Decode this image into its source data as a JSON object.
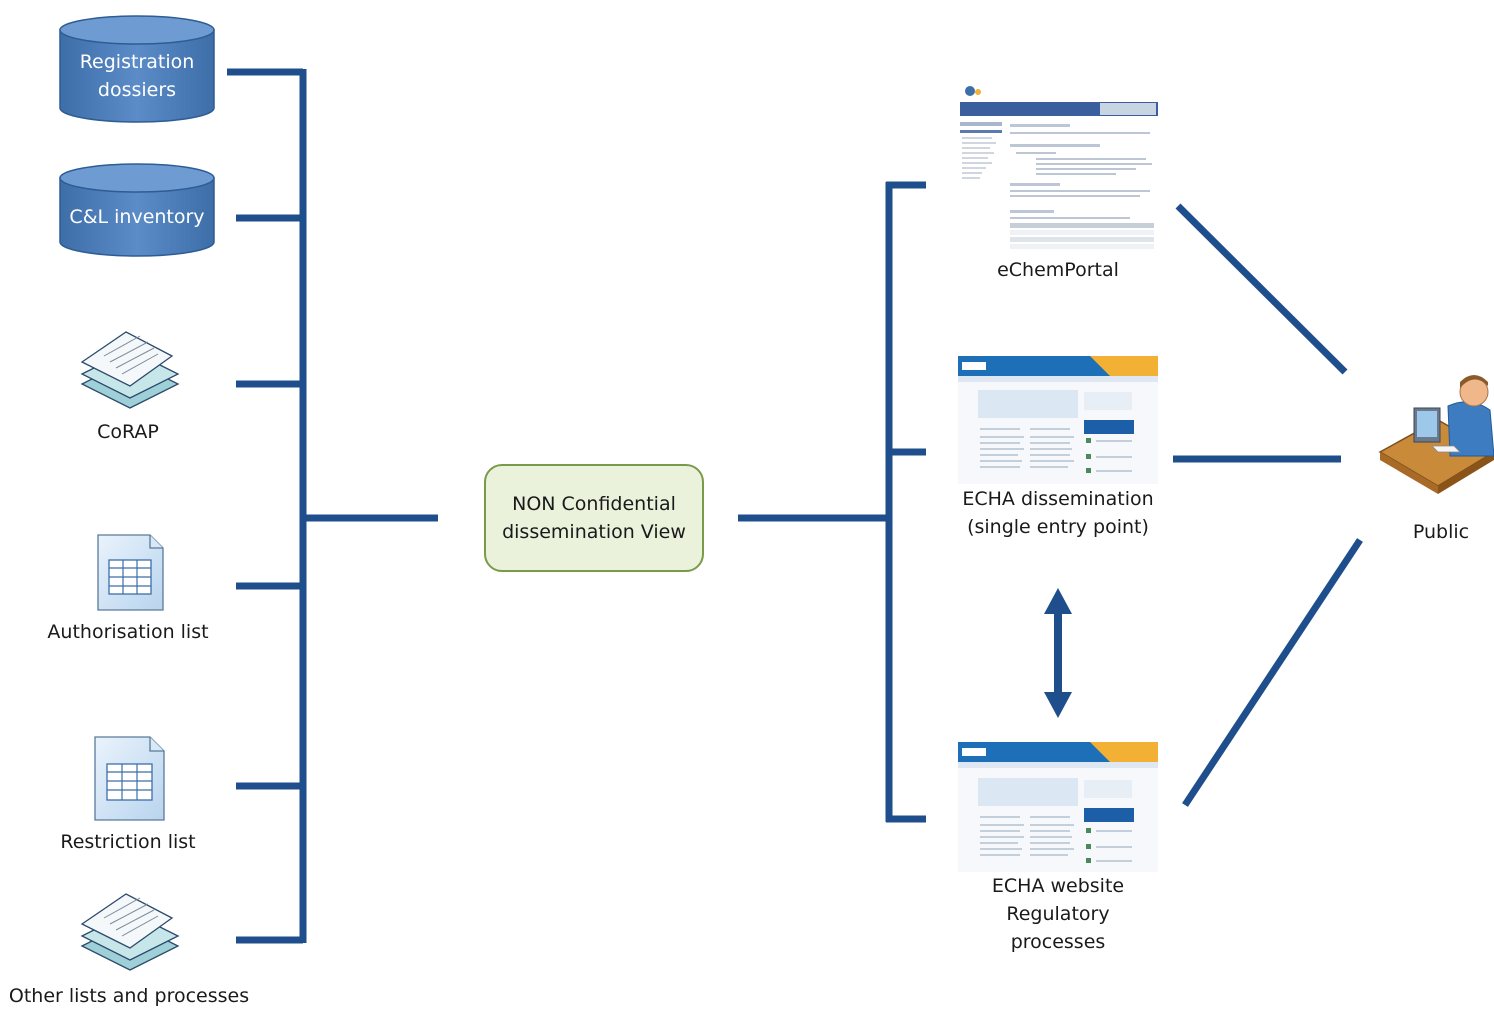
{
  "sources": {
    "registration": {
      "line1": "Registration",
      "line2": "dossiers"
    },
    "cl_inventory": {
      "label": "C&L inventory"
    },
    "corap": {
      "label": "CoRAP"
    },
    "authorisation": {
      "label": "Authorisation list"
    },
    "restriction": {
      "label": "Restriction list"
    },
    "other": {
      "label": "Other lists and processes"
    }
  },
  "center": {
    "line1": "NON Confidential",
    "line2": "dissemination View"
  },
  "outputs": {
    "echemportal": {
      "label": "eChemPortal"
    },
    "dissemination": {
      "line1": "ECHA dissemination",
      "line2": "(single entry point)"
    },
    "website": {
      "line1": "ECHA website",
      "line2": "Regulatory",
      "line3": "processes"
    }
  },
  "public": {
    "label": "Public"
  },
  "colors": {
    "line": "#1f4e8c",
    "cylinder": "#4f81bd",
    "box_fill": "#eaf2dc",
    "box_border": "#7a9a4a"
  }
}
